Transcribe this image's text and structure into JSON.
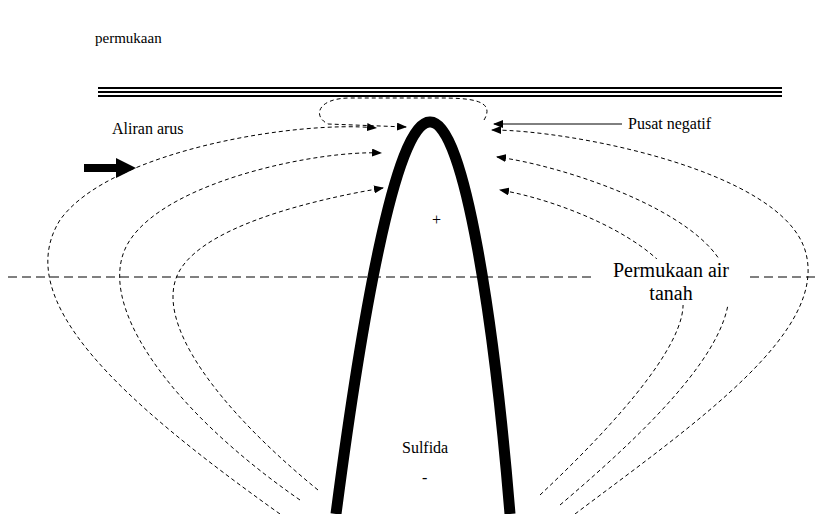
{
  "diagram": {
    "nodes": [
      {
        "text": [
          "+",
          "Sulfida",
          "-"
        ]
      }
    ],
    "labels": [
      "permukaan",
      "Aliran arus",
      "Pusat negatif",
      "Permukaan air tanah"
    ]
  }
}
